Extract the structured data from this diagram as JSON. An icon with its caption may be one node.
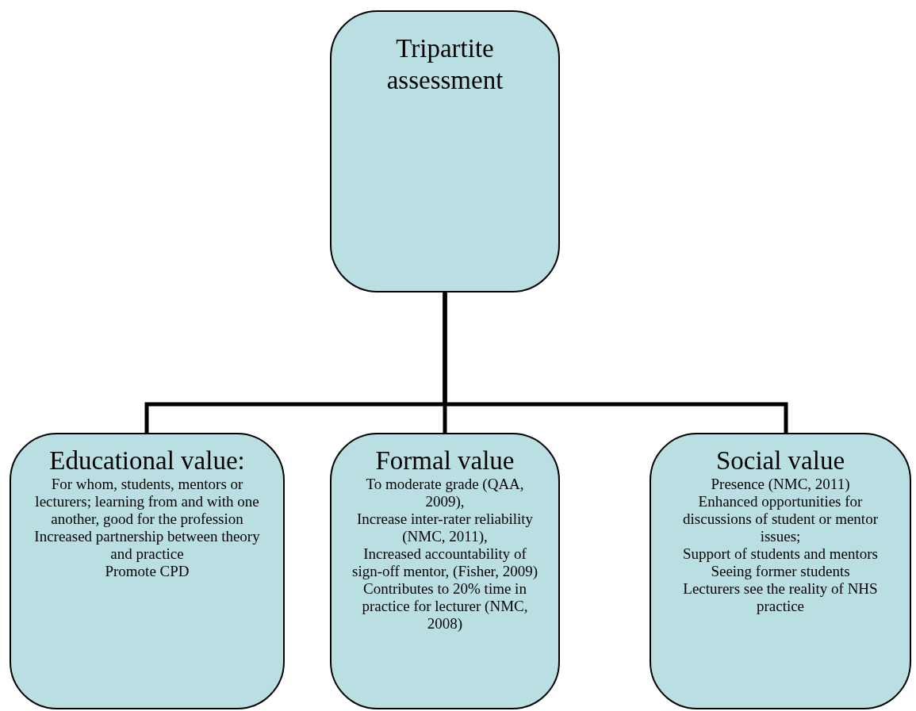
{
  "diagram": {
    "nodes": [
      {
        "text": [
          "Tripartite assessment"
        ]
      },
      {
        "text": [
          "Educational value:",
          "For whom, students, mentors or lecturers; learning from and with one another, good for the profession",
          "Increased partnership between theory and practice",
          "Promote CPD"
        ]
      },
      {
        "text": [
          "Formal value",
          "To moderate grade (QAA, 2009),",
          "Increase inter-rater reliability (NMC, 2011),",
          "Increased accountability of sign-off mentor, (Fisher, 2009)",
          "Contributes to 20% time in practice for lecturer (NMC, 2008)"
        ]
      },
      {
        "text": [
          "Social value",
          "Presence (NMC, 2011)",
          "Enhanced opportunities for discussions of student or mentor issues;",
          "Support of students and mentors",
          "Seeing former students",
          "Lecturers see the reality of NHS practice"
        ]
      }
    ],
    "edges": [
      {
        "from": 0,
        "to": 1,
        "arrow": "none"
      },
      {
        "from": 0,
        "to": 2,
        "arrow": "none"
      },
      {
        "from": 0,
        "to": 3,
        "arrow": "none"
      }
    ]
  }
}
